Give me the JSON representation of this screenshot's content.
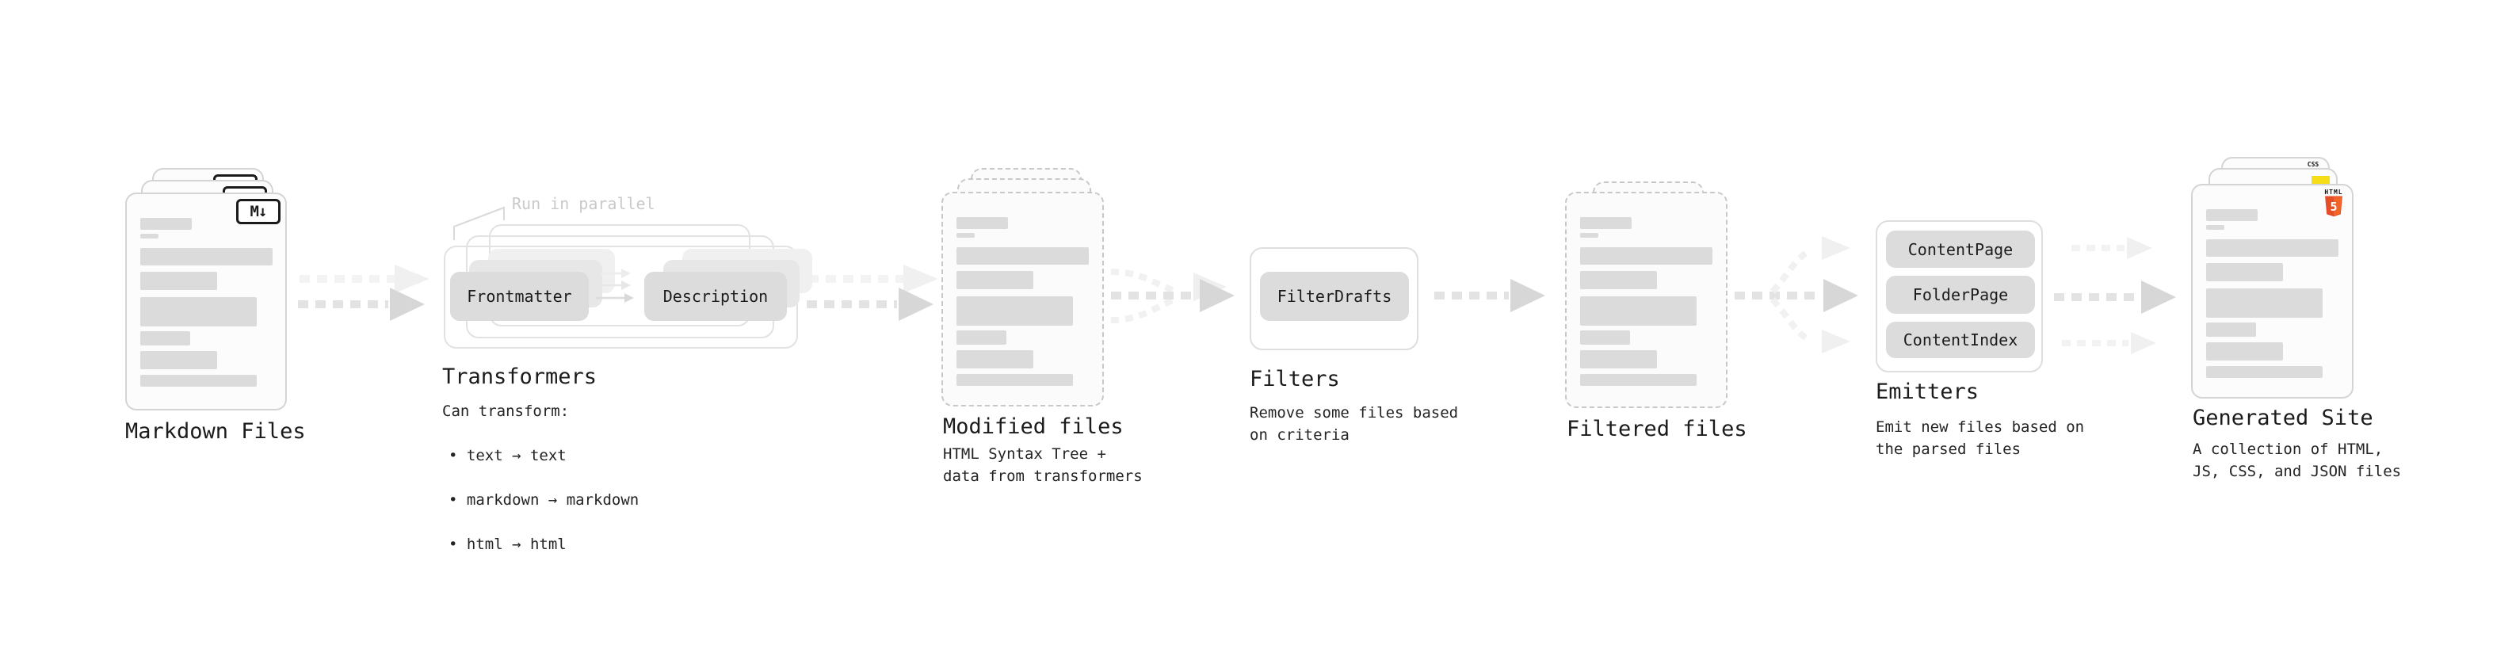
{
  "colors": {
    "text": "#1c1c1c",
    "annotation_gray": "#c9c9c9",
    "chip_bg": "#dcdcdc",
    "skeleton_bar": "#dbdbdb",
    "card_border": "#d4d4d4",
    "dashed_border": "#c8c8c8",
    "arrow_gray": "#e3e3e3",
    "arrow_head_gray": "#d7d7d7",
    "arrow_light": "#f2f2f2",
    "html5_orange": "#e44d26",
    "html5_orange_light": "#f16529",
    "js_yellow": "#f5de19",
    "css_blue": "#2962f1"
  },
  "stages": {
    "markdown_files": {
      "title": "Markdown Files",
      "icon_label": "M↓"
    },
    "transformers": {
      "title": "Transformers",
      "annotation": "Run in parallel",
      "left_chip": "Frontmatter",
      "right_chip": "Description",
      "desc_heading": "Can transform:",
      "bullets": [
        "• text → text",
        "• markdown → markdown",
        "• html → html"
      ]
    },
    "modified_files": {
      "title": "Modified files",
      "desc": "HTML Syntax Tree +\ndata from transformers"
    },
    "filters": {
      "title": "Filters",
      "chip": "FilterDrafts",
      "desc": "Remove some files based\non criteria"
    },
    "filtered_files": {
      "title": "Filtered files"
    },
    "emitters": {
      "title": "Emitters",
      "chips": [
        "ContentPage",
        "FolderPage",
        "ContentIndex"
      ],
      "desc": "Emit new files based on\nthe parsed files"
    },
    "generated_site": {
      "title": "Generated Site",
      "desc": "A collection of HTML,\nJS, CSS, and JSON files",
      "css_badge": "CSS",
      "html_badge": "HTML",
      "html_number": "5"
    }
  }
}
